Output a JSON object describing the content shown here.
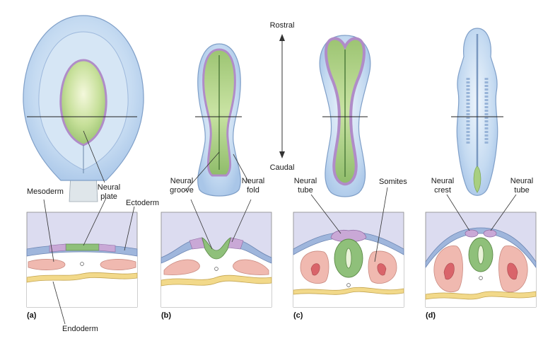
{
  "orientation": {
    "top": "Rostral",
    "bottom": "Caudal"
  },
  "labels": {
    "mesoderm": "Mesoderm",
    "neural_plate": [
      "Neural",
      "plate"
    ],
    "ectoderm": "Ectoderm",
    "endoderm": "Endoderm",
    "neural_groove": [
      "Neural",
      "groove"
    ],
    "neural_fold": [
      "Neural",
      "fold"
    ],
    "neural_tube_c": [
      "Neural",
      "tube"
    ],
    "somites": "Somites",
    "neural_crest": [
      "Neural",
      "crest"
    ],
    "neural_tube_d": [
      "Neural",
      "tube"
    ]
  },
  "panels": [
    "(a)",
    "(b)",
    "(c)",
    "(d)"
  ],
  "colors": {
    "panel_bg": "#dcdcf0",
    "ectoderm": "#9fb6dc",
    "neural_plate": "#8fc07a",
    "neural_crest": "#c9a8d6",
    "mesoderm": "#f0b9b0",
    "endoderm": "#f2d98a",
    "embryo_blue": "#c6dcf2"
  }
}
